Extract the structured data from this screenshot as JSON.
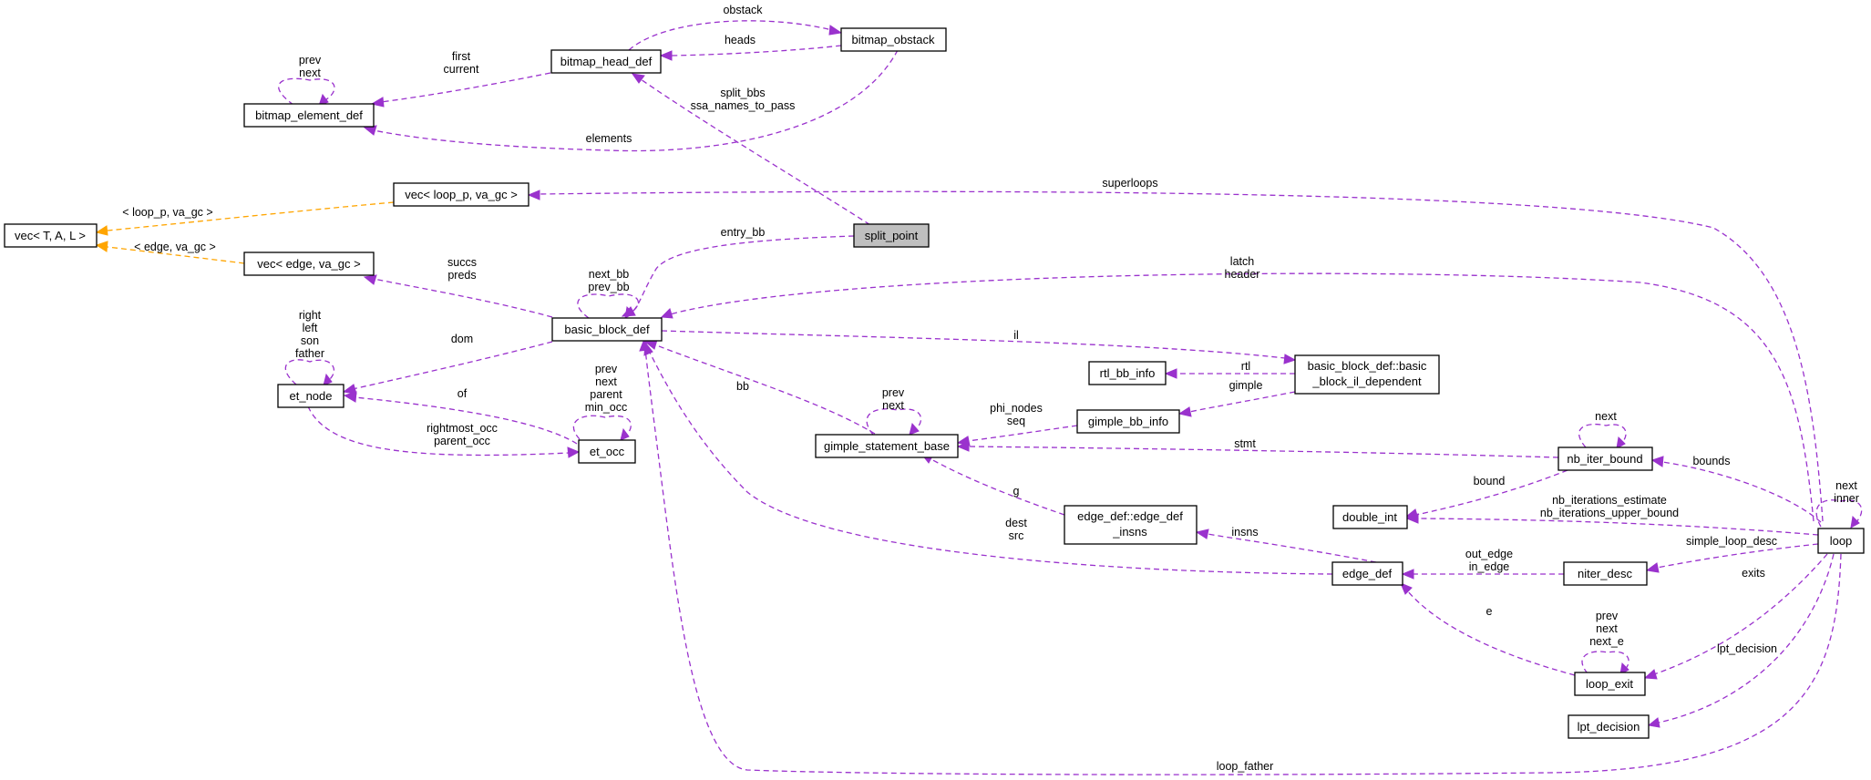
{
  "nodes": {
    "bitmap_head_def": "bitmap_head_def",
    "bitmap_obstack": "bitmap_obstack",
    "bitmap_element_def": "bitmap_element_def",
    "vec_loop_p": "vec< loop_p, va_gc >",
    "vec_T_A_L": "vec< T, A, L >",
    "split_point": "split_point",
    "vec_edge": "vec< edge, va_gc >",
    "basic_block_def": "basic_block_def",
    "et_node": "et_node",
    "et_occ": "et_occ",
    "rtl_bb_info": "rtl_bb_info",
    "bb_il_dependent_1": "basic_block_def::basic",
    "bb_il_dependent_2": "_block_il_dependent",
    "gimple_bb_info": "gimple_bb_info",
    "gimple_statement_base": "gimple_statement_base",
    "nb_iter_bound": "nb_iter_bound",
    "double_int": "double_int",
    "edge_def_insns_1": "edge_def::edge_def",
    "edge_def_insns_2": "_insns",
    "edge_def": "edge_def",
    "niter_desc": "niter_desc",
    "loop": "loop",
    "loop_exit": "loop_exit",
    "lpt_decision": "lpt_decision"
  },
  "edge_labels": {
    "obstack": "obstack",
    "heads": "heads",
    "first_current": [
      "first",
      "current"
    ],
    "bitmap_element_self": [
      "prev",
      "next"
    ],
    "elements": "elements",
    "split_bbs": [
      "split_bbs",
      "ssa_names_to_pass"
    ],
    "loop_p_template": "< loop_p, va_gc >",
    "edge_template": "< edge, va_gc >",
    "superloops": "superloops",
    "entry_bb": "entry_bb",
    "succs_preds": [
      "succs",
      "preds"
    ],
    "bb_self": [
      "next_bb",
      "prev_bb"
    ],
    "latch_header": [
      "latch",
      "header"
    ],
    "et_node_self": [
      "right",
      "left",
      "son",
      "father"
    ],
    "dom": "dom",
    "il": "il",
    "bb": "bb",
    "et_occ_self": [
      "prev",
      "next",
      "parent",
      "min_occ"
    ],
    "of": "of",
    "rightmost": [
      "rightmost_occ",
      "parent_occ"
    ],
    "rtl": "rtl",
    "gimple": "gimple",
    "gimple_self": [
      "prev",
      "next"
    ],
    "phi_nodes": [
      "phi_nodes",
      "seq"
    ],
    "nb_iter_self": "next",
    "stmt": "stmt",
    "bounds": "bounds",
    "bound": "bound",
    "loop_self": [
      "next",
      "inner"
    ],
    "nb_iterations": [
      "nb_iterations_estimate",
      "nb_iterations_upper_bound"
    ],
    "g": "g",
    "dest_src": [
      "dest",
      "src"
    ],
    "insns": "insns",
    "simple_loop_desc": "simple_loop_desc",
    "out_in_edge": [
      "out_edge",
      "in_edge"
    ],
    "exits": "exits",
    "e": "e",
    "loop_exit_self": [
      "prev",
      "next",
      "next_e"
    ],
    "lpt_decision_edge": "lpt_decision",
    "loop_father": "loop_father"
  },
  "colors": {
    "member_edge": "#9a32cd",
    "template_edge": "#ffa500",
    "highlight_fill": "#bfbfbf"
  }
}
